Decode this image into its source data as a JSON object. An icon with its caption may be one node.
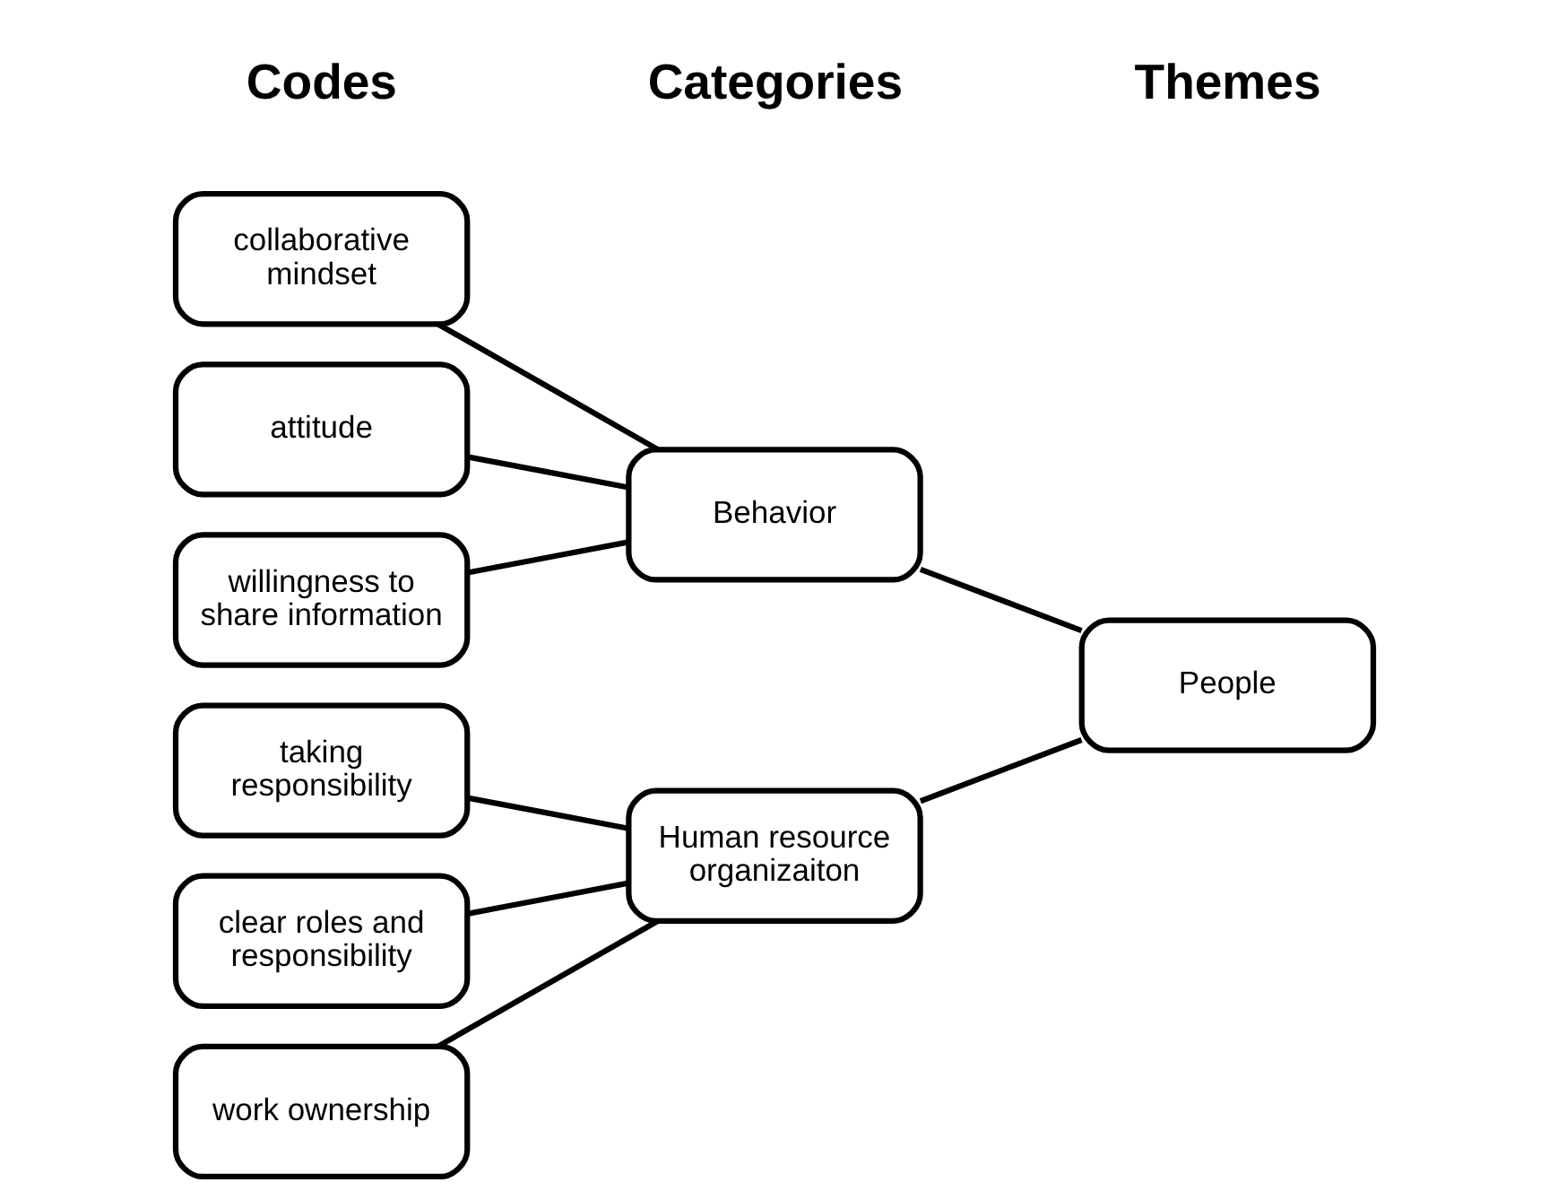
{
  "diagram": {
    "nodes": [
      {
        "text": [
          "collaborative mindset"
        ]
      },
      {
        "text": [
          "attitude"
        ]
      },
      {
        "text": [
          "willingness to share information"
        ]
      },
      {
        "text": [
          "taking responsibility"
        ]
      },
      {
        "text": [
          "clear roles and responsibility"
        ]
      },
      {
        "text": [
          "work ownership"
        ]
      },
      {
        "text": [
          "Behavior"
        ]
      },
      {
        "text": [
          "Human resource organizaiton"
        ]
      },
      {
        "text": [
          "People"
        ]
      }
    ],
    "edges": [
      {
        "from": 0,
        "to": 6,
        "arrow": "none"
      },
      {
        "from": 1,
        "to": 6,
        "arrow": "none"
      },
      {
        "from": 2,
        "to": 6,
        "arrow": "none"
      },
      {
        "from": 3,
        "to": 7,
        "arrow": "none"
      },
      {
        "from": 4,
        "to": 7,
        "arrow": "none"
      },
      {
        "from": 5,
        "to": 7,
        "arrow": "none"
      },
      {
        "from": 6,
        "to": 8,
        "arrow": "none"
      },
      {
        "from": 7,
        "to": 8,
        "arrow": "none"
      }
    ],
    "labels": [
      "Codes",
      "Categories",
      "Themes"
    ]
  }
}
